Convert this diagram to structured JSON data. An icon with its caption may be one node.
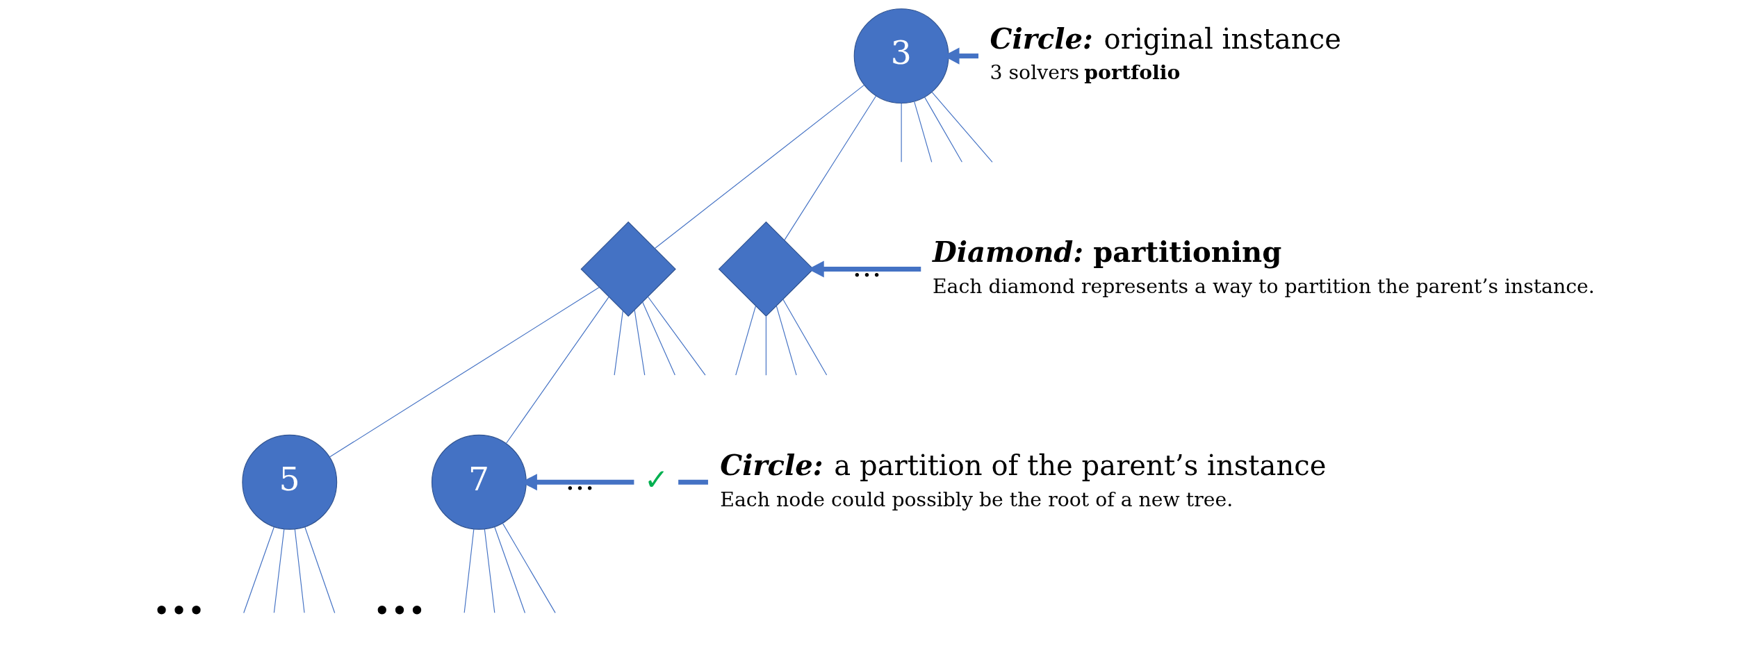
{
  "diagram": {
    "nodes": [
      {
        "text": [
          "3"
        ]
      },
      {
        "text": [],
        "shape": "diamond"
      },
      {
        "text": [],
        "shape": "diamond"
      },
      {
        "text": [
          "5"
        ]
      },
      {
        "text": [
          "7"
        ]
      },
      {
        "text": [
          "*Circle:* original instance",
          "3 solvers **portfolio**"
        ]
      },
      {
        "text": [
          "*Diamond:* **partitioning**",
          "Each diamond represents a way to partition the parent’s instance."
        ]
      },
      {
        "text": [
          "*Circle:* a partition of the parent’s instance",
          "Each node could possibly be the root of a new tree."
        ]
      }
    ],
    "edges": [
      {
        "from": 0,
        "to": 1,
        "arrow": "none"
      },
      {
        "from": 0,
        "to": null,
        "arrow": "none"
      },
      {
        "from": 0,
        "to": null,
        "arrow": "none"
      },
      {
        "from": 0,
        "to": null,
        "arrow": "none"
      },
      {
        "from": 0,
        "to": null,
        "arrow": "none"
      },
      {
        "from": 0,
        "to": 2,
        "arrow": "none"
      },
      {
        "from": 1,
        "to": 3,
        "arrow": "none"
      },
      {
        "from": 1,
        "to": null,
        "arrow": "none"
      },
      {
        "from": 1,
        "to": null,
        "arrow": "none"
      },
      {
        "from": 1,
        "to": null,
        "arrow": "none"
      },
      {
        "from": 1,
        "to": null,
        "arrow": "none"
      },
      {
        "from": 1,
        "to": 4,
        "arrow": "none"
      },
      {
        "from": 2,
        "to": null,
        "arrow": "none"
      },
      {
        "from": 2,
        "to": null,
        "arrow": "none"
      },
      {
        "from": 2,
        "to": null,
        "arrow": "none"
      },
      {
        "from": 2,
        "to": null,
        "arrow": "none"
      },
      {
        "from": 3,
        "to": null,
        "arrow": "none"
      },
      {
        "from": 3,
        "to": null,
        "arrow": "none"
      },
      {
        "from": 3,
        "to": null,
        "arrow": "none"
      },
      {
        "from": 3,
        "to": null,
        "arrow": "none"
      },
      {
        "from": 4,
        "to": null,
        "arrow": "none"
      },
      {
        "from": 4,
        "to": null,
        "arrow": "none"
      },
      {
        "from": 4,
        "to": null,
        "arrow": "none"
      },
      {
        "from": 4,
        "to": null,
        "arrow": "none"
      },
      {
        "from": 5,
        "to": 0,
        "arrow": "to",
        "style": "thick"
      },
      {
        "from": 6,
        "to": 2,
        "arrow": "to",
        "style": "thick"
      },
      {
        "from": 7,
        "to": 4,
        "arrow": "to",
        "style": "thick"
      }
    ],
    "labels": [
      "…",
      "✓",
      "…",
      "•••",
      "•••"
    ]
  }
}
